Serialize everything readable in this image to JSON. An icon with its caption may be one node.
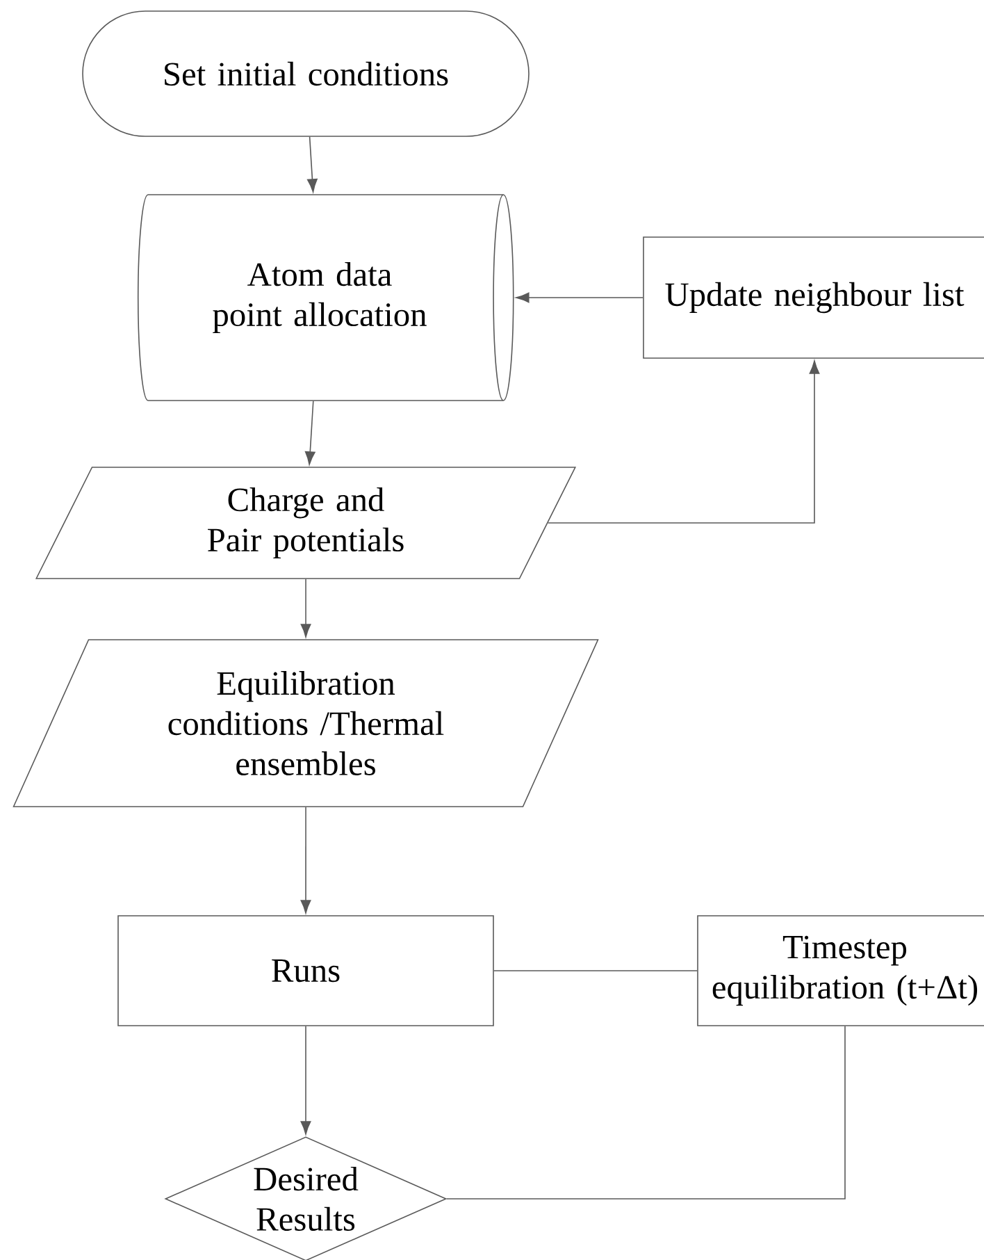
{
  "diagram": {
    "nodes": [
      {
        "text": [
          "Set initial conditions"
        ]
      },
      {
        "text": [
          "Atom data point allocation"
        ]
      },
      {
        "text": [
          "Update neighbour list"
        ]
      },
      {
        "text": [
          "Charge and Pair potentials"
        ]
      },
      {
        "text": [
          "Equilibration conditions /Thermal ensembles"
        ]
      },
      {
        "text": [
          "Runs"
        ]
      },
      {
        "text": [
          "Timestep equilibration (t+Δt)"
        ]
      },
      {
        "text": [
          "Desired Results"
        ]
      }
    ],
    "edges": [
      {
        "from": 0,
        "to": 1,
        "arrow": "to"
      },
      {
        "from": 2,
        "to": 1,
        "arrow": "to"
      },
      {
        "from": 1,
        "to": 3,
        "arrow": "to"
      },
      {
        "from": 3,
        "to": 2,
        "arrow": "to"
      },
      {
        "from": 3,
        "to": 4,
        "arrow": "to"
      },
      {
        "from": 4,
        "to": 5,
        "arrow": "to"
      },
      {
        "from": 5,
        "to": 6,
        "arrow": "none"
      },
      {
        "from": 5,
        "to": 7,
        "arrow": "to"
      },
      {
        "from": 7,
        "to": 6,
        "arrow": "none"
      }
    ]
  }
}
